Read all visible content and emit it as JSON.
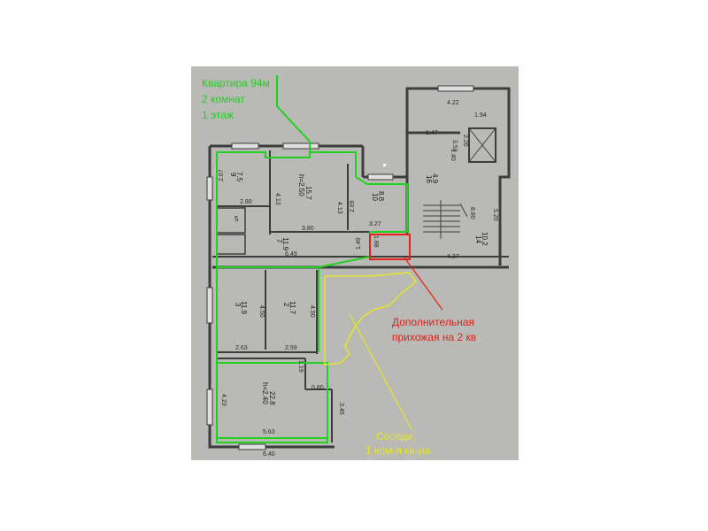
{
  "colors": {
    "paper": "#b9b9b5",
    "wall": "#3d3d3d",
    "apartment_outline": "#22d020",
    "extra_hall": "#e8201a",
    "neighbors": "#e6e62a"
  },
  "annotations": {
    "apartment": [
      "Квартира 94м",
      "2 комнат",
      "1 этаж"
    ],
    "extra_hall": [
      "Дополнительная",
      "прихожая на 2 кв"
    ],
    "neighbors": [
      "Соседи,",
      "1 ком-я кв-ра"
    ]
  },
  "dimensions": [
    "4.22",
    "1.94",
    "1.47",
    "3.53",
    "2.26",
    "1.40",
    "5.20",
    "8.80",
    "2.67",
    "4.13",
    "4.13",
    "2.80",
    "3.80",
    "2.69",
    "3.27",
    "1.49",
    "6.49",
    "4.27",
    "4.50",
    "4.50",
    "2.63",
    "2.59",
    "1.19",
    "0.80",
    "4.23",
    "5.63",
    "6.40",
    "3.45",
    "1.88"
  ],
  "room_labels": [
    {
      "num": "9",
      "area": "7.5"
    },
    {
      "num": "h=2.50",
      "area": "15.7"
    },
    {
      "num": "10",
      "area": "8.8"
    },
    {
      "num": "16",
      "area": "4.9"
    },
    {
      "num": "14",
      "area": "10.2"
    },
    {
      "num": "5",
      "area": ""
    },
    {
      "num": "7",
      "area": "11.9"
    },
    {
      "num": "3",
      "area": "11.9"
    },
    {
      "num": "2",
      "area": "11.7"
    },
    {
      "num": "h=2.40",
      "area": "22.8"
    }
  ]
}
